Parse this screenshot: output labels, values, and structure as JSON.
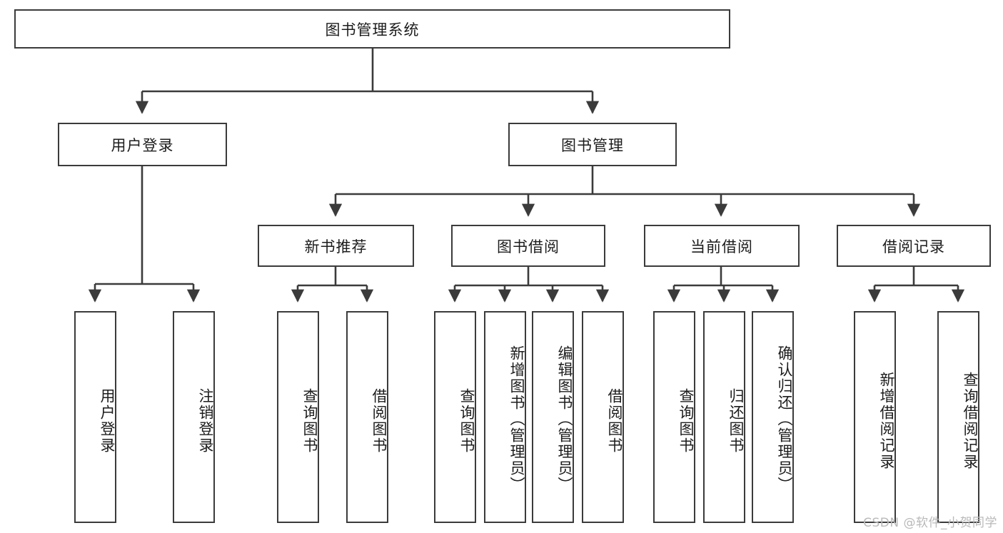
{
  "diagram": {
    "title": "图书管理系统",
    "watermark": "CSDN @软件_小贺同学",
    "colors": {
      "stroke": "#3b3b3b",
      "fill": "#ffffff",
      "text": "#1c1c1c",
      "watermark": "#b9b9b9"
    },
    "root": {
      "label": "图书管理系统"
    },
    "level2": [
      {
        "label": "用户登录"
      },
      {
        "label": "图书管理"
      }
    ],
    "level3": [
      {
        "label": "新书推荐"
      },
      {
        "label": "图书借阅"
      },
      {
        "label": "当前借阅"
      },
      {
        "label": "借阅记录"
      }
    ],
    "leaves": {
      "user_login": [
        {
          "label": "用户登录"
        },
        {
          "label": "注销登录"
        }
      ],
      "new_book_recommend": [
        {
          "label": "查询图书"
        },
        {
          "label": "借阅图书"
        }
      ],
      "book_borrow": [
        {
          "label": "查询图书"
        },
        {
          "label": "新增图书（管理员）"
        },
        {
          "label": "编辑图书（管理员）"
        },
        {
          "label": "借阅图书"
        }
      ],
      "current_borrow": [
        {
          "label": "查询图书"
        },
        {
          "label": "归还图书"
        },
        {
          "label": "确认归还（管理员）"
        }
      ],
      "borrow_records": [
        {
          "label": "新增借阅记录"
        },
        {
          "label": "查询借阅记录"
        }
      ]
    }
  }
}
